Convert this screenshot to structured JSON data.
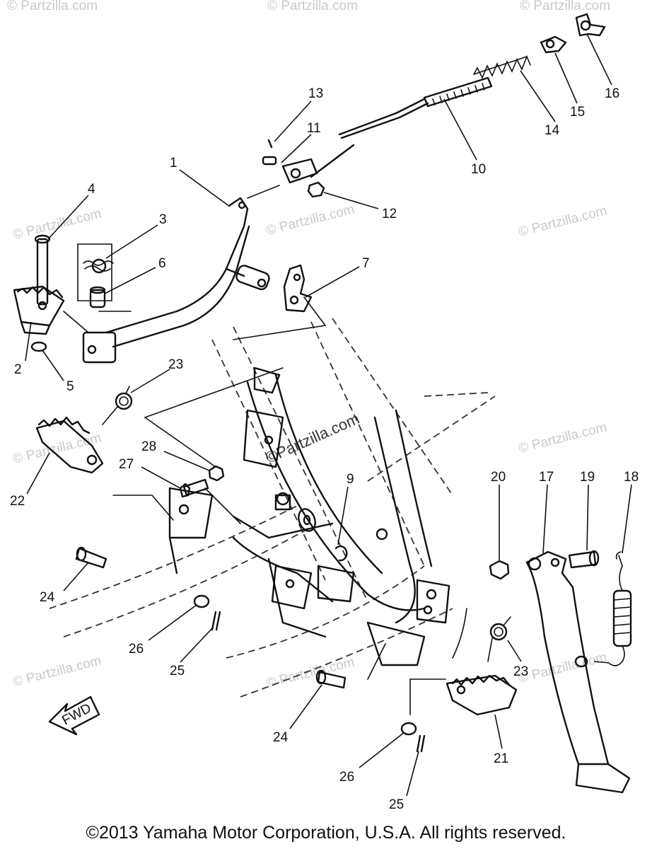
{
  "copyright": "©2013 Yamaha Motor Corporation, U.S.A. All rights reserved.",
  "watermark": "© Partzilla.com",
  "watermark_center": "©Partzilla.com",
  "fwd_label": "FWD",
  "callouts": {
    "c1": "1",
    "c2": "2",
    "c3": "3",
    "c4": "4",
    "c5": "5",
    "c6": "6",
    "c7": "7",
    "c9": "9",
    "c10": "10",
    "c11": "11",
    "c12": "12",
    "c13": "13",
    "c14": "14",
    "c15": "15",
    "c16": "16",
    "c17": "17",
    "c18": "18",
    "c19": "19",
    "c20": "20",
    "c21": "21",
    "c22": "22",
    "c23a": "23",
    "c23b": "23",
    "c24a": "24",
    "c24b": "24",
    "c25a": "25",
    "c25b": "25",
    "c26a": "26",
    "c26b": "26",
    "c27": "27",
    "c28": "28"
  }
}
